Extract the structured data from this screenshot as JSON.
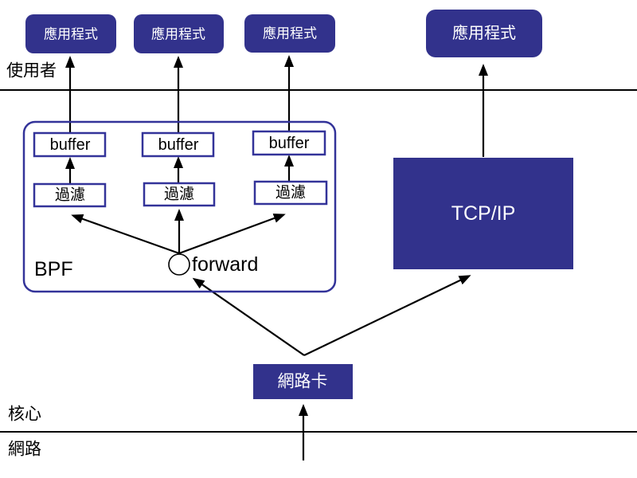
{
  "zones": {
    "user": "使用者",
    "kernel": "核心",
    "network": "網路"
  },
  "nodes": {
    "applications": [
      "應用程式",
      "應用程式",
      "應用程式",
      "應用程式"
    ],
    "buffers": [
      "buffer",
      "buffer",
      "buffer"
    ],
    "filters": [
      "過濾",
      "過濾",
      "過濾"
    ],
    "bpf_label": "BPF",
    "forward_label": "forward",
    "tcpip": "TCP/IP",
    "nic": "網路卡"
  },
  "colors": {
    "box_fill": "#32328C",
    "box_border": "#333399",
    "line": "#000000",
    "text_on_box": "#FFFFFF"
  }
}
